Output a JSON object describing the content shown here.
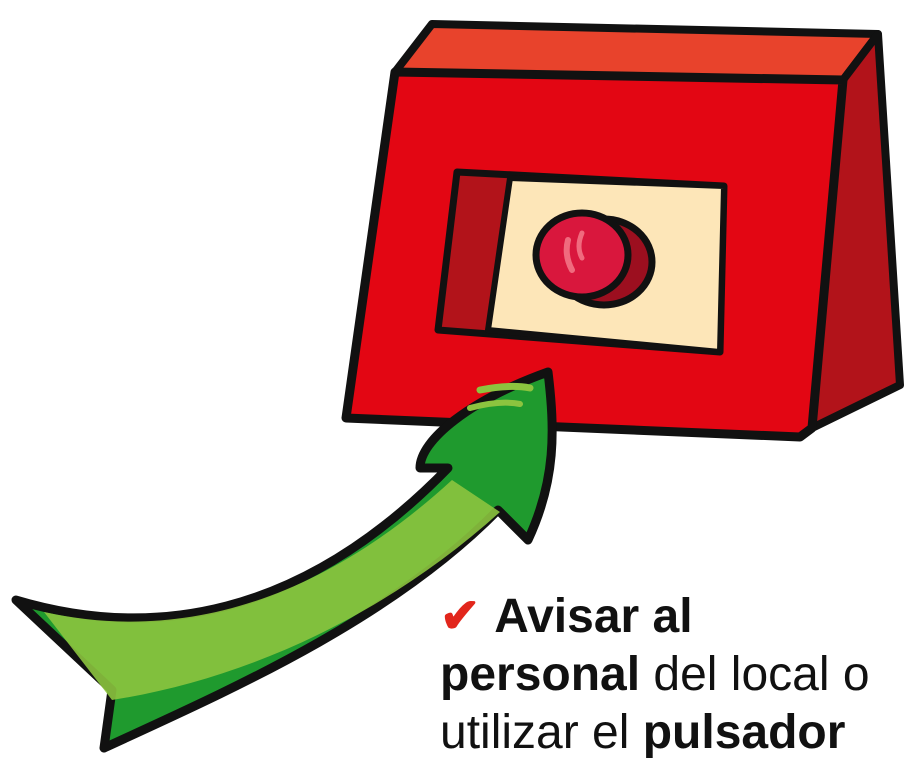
{
  "illustration": {
    "subject": "fire alarm push button",
    "colors": {
      "box_front": "#e30613",
      "box_top": "#e8432c",
      "box_side": "#b2131a",
      "window": "#fde6b8",
      "button": "#d9173d",
      "arrow_dark": "#1f9a2e",
      "arrow_light": "#8cc43f",
      "outline": "#111111",
      "check": "#e2261c"
    }
  },
  "caption": {
    "check_mark": "✔",
    "line1_bold": "Avisar al",
    "line2_bold": "personal",
    "line2_text": " del local o",
    "line3_text": "utilizar el ",
    "line3_bold": "pulsador"
  }
}
